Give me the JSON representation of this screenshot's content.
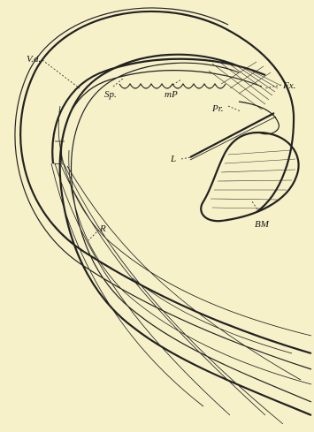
{
  "labels": {
    "vd": "V.d.",
    "sp": "Sp.",
    "mp": "mP",
    "fx": "Fx.",
    "pr": "Pr.",
    "l": "L",
    "r": "R",
    "bm": "BM"
  }
}
